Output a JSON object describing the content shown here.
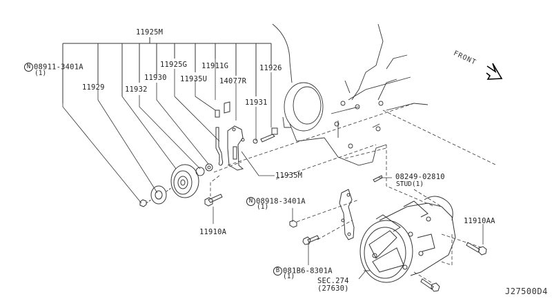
{
  "diagram": {
    "title_code": "J27500D4",
    "front_label": "FRONT",
    "parts": {
      "p11925M": "11925M",
      "p08911": {
        "prefix": "N",
        "number": "08911-3401A",
        "qty": "(1)"
      },
      "p11929": "11929",
      "p11932": "11932",
      "p11930": "11930",
      "p11925G": "11925G",
      "p11935U": "11935U",
      "p11911G": "11911G",
      "p14077R": "14077R",
      "p11931": "11931",
      "p11926": "11926",
      "p11935M": "11935M",
      "p08249": {
        "number": "08249-02810",
        "desc": "STUD(1)"
      },
      "p08918": {
        "prefix": "N",
        "number": "08918-3401A",
        "qty": "(1)"
      },
      "p11910A": "11910A",
      "p11910AA": "11910AA",
      "p081B6": {
        "prefix": "B",
        "number": "081B6-8301A",
        "qty": "(1)"
      },
      "sec274": {
        "label": "SEC.274",
        "ref": "(27630)"
      }
    }
  }
}
